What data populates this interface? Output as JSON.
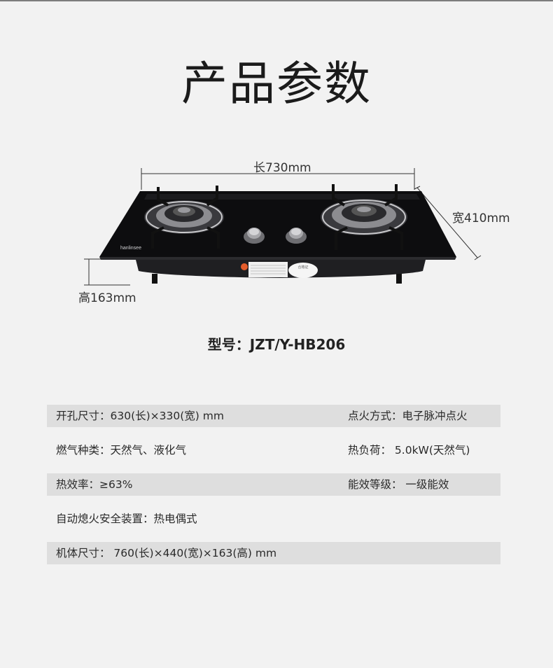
{
  "title": "产品参数",
  "dimensions": {
    "length": "长730mm",
    "width": "宽410mm",
    "height": "高163mm"
  },
  "product": {
    "brand_text": "hanlinsee",
    "label_text": "合格证"
  },
  "model": "型号：JZT/Y-HB206",
  "specs": [
    {
      "left": "开孔尺寸：630(长)×330(宽) mm",
      "right": "点火方式：电子脉冲点火"
    },
    {
      "left": "燃气种类：天然气、液化气",
      "right": "热负荷：  5.0kW(天然气)"
    },
    {
      "left": "热效率：≥63%",
      "right": "能效等级：  一级能效"
    },
    {
      "left": "自动熄火安全装置：热电偶式",
      "right": ""
    },
    {
      "left": "机体尺寸：  760(长)×440(宽)×163(高) mm",
      "right": ""
    }
  ],
  "colors": {
    "background": "#f2f2f2",
    "row_shade": "#dedede",
    "glass": "#0d0d0f"
  }
}
